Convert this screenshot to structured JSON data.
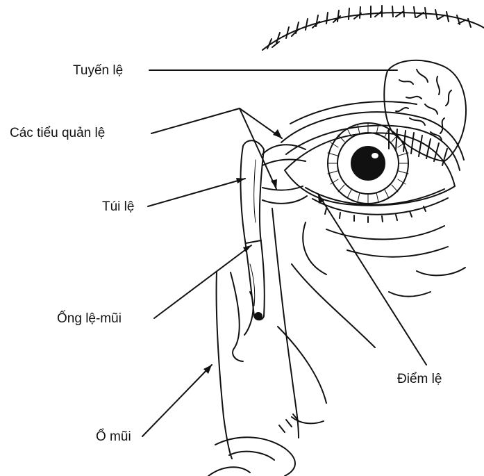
{
  "labels": {
    "lacrimal_gland": "Tuyến lệ",
    "canaliculi": "Các tiểu quản lệ",
    "lacrimal_sac": "Túi lệ",
    "nasolacrimal_duct": "Ống lệ-mũi",
    "nasal_cavity": "Ổ mũi",
    "punctum": "Điểm lệ"
  },
  "colors": {
    "ink": "#111111",
    "background": "#ffffff"
  }
}
